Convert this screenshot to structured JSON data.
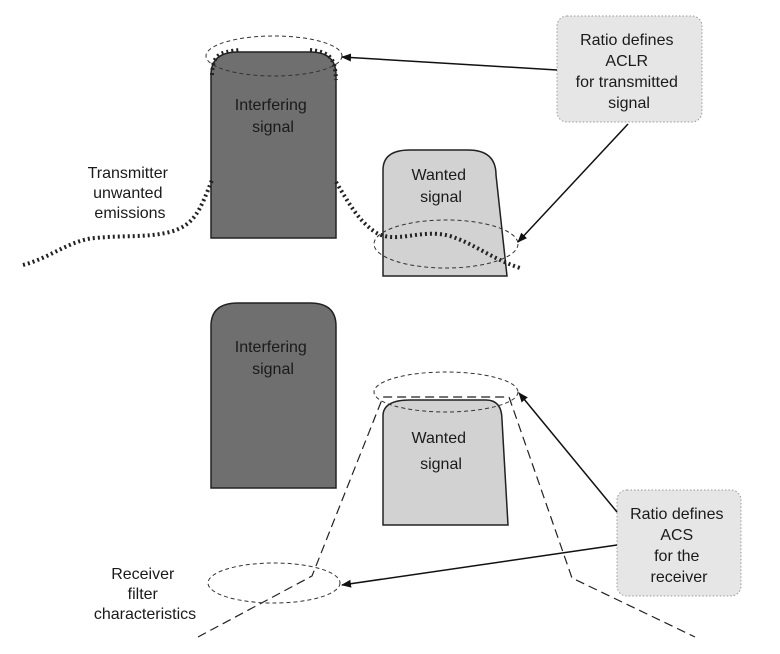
{
  "top": {
    "interfering_label": [
      "Interfering",
      "signal"
    ],
    "wanted_label": [
      "Wanted",
      "signal"
    ],
    "emissions_label": [
      "Transmitter",
      "unwanted",
      "emissions"
    ],
    "callout_label": [
      "Ratio defines",
      "ACLR",
      "for transmitted",
      "signal"
    ]
  },
  "bottom": {
    "interfering_label": [
      "Interfering",
      "signal"
    ],
    "wanted_label": [
      "Wanted",
      "signal"
    ],
    "filter_label": [
      "Receiver",
      "filter",
      "characteristics"
    ],
    "callout_label": [
      "Ratio defines",
      "ACS",
      "for the",
      "receiver"
    ]
  }
}
